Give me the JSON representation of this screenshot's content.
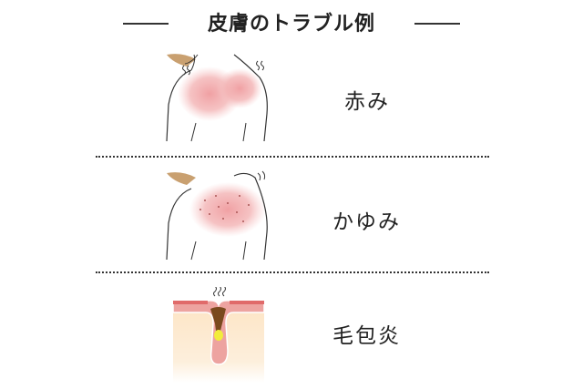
{
  "title": "皮膚のトラブル例",
  "items": [
    {
      "label": "赤み",
      "icon": "redness-shoulder-illustration"
    },
    {
      "label": "かゆみ",
      "icon": "itchy-shoulder-illustration"
    },
    {
      "label": "毛包炎",
      "icon": "folliculitis-cross-section-illustration"
    }
  ],
  "colors": {
    "redness": "#f0a8aa",
    "skin_top": "#e06a6a",
    "skin": "#eda3a0",
    "dermis": "#fde9cf",
    "sebum": "#7a4a1e",
    "pus": "#f2ec3c"
  }
}
